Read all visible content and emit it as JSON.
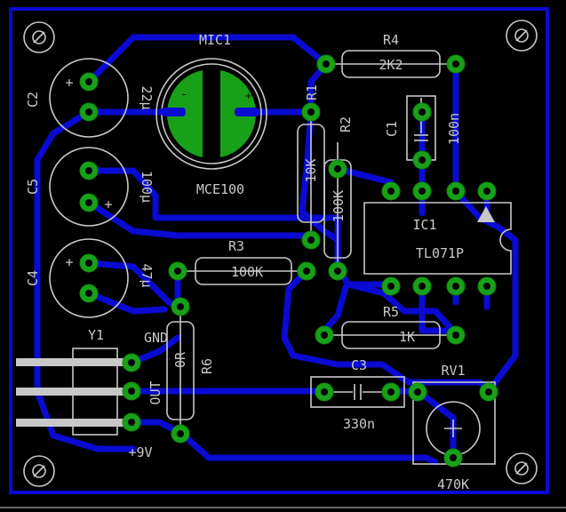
{
  "board": {
    "components": {
      "mic": {
        "ref": "MIC1",
        "value": "MCE100",
        "polarity_minus": "-",
        "polarity_plus": "+"
      },
      "c2": {
        "ref": "C2",
        "value": "22µ",
        "plus": "+"
      },
      "c5": {
        "ref": "C5",
        "value": "100µ",
        "plus": "+"
      },
      "c4": {
        "ref": "C4",
        "value": "47µ",
        "plus": "+"
      },
      "r4": {
        "ref": "R4",
        "value": "2K2"
      },
      "r1": {
        "ref": "R1",
        "value": "10K"
      },
      "r2": {
        "ref": "R2",
        "value": "100K"
      },
      "c1": {
        "ref": "C1",
        "value": "100n"
      },
      "ic1": {
        "ref": "IC1",
        "value": "TL071P"
      },
      "r3": {
        "ref": "R3",
        "value": "100K"
      },
      "r5": {
        "ref": "R5",
        "value": "1K"
      },
      "r6": {
        "ref": "R6",
        "value": "0R"
      },
      "c3": {
        "ref": "C3",
        "value": "330n"
      },
      "rv1": {
        "ref": "RV1",
        "value": "470K"
      },
      "y1": {
        "ref": "Y1",
        "pin_gnd": "GND",
        "pin_out": "OUT",
        "pin_pwr": "+9V"
      }
    },
    "colors": {
      "background": "#000000",
      "trace": "#0a0ad2",
      "pad": "#18a018",
      "silkscreen": "#c8c8c8"
    }
  }
}
